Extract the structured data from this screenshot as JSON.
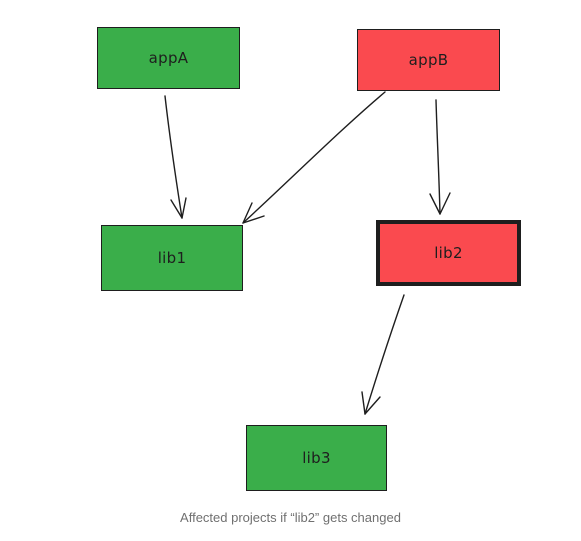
{
  "colors": {
    "unaffected": "#3aae4a",
    "affected": "#fa4a4f",
    "stroke": "#1e1e1e",
    "caption": "#707070"
  },
  "nodes": {
    "appA": {
      "label": "appA",
      "status": "unaffected"
    },
    "appB": {
      "label": "appB",
      "status": "affected"
    },
    "lib1": {
      "label": "lib1",
      "status": "unaffected"
    },
    "lib2": {
      "label": "lib2",
      "status": "affected"
    },
    "lib3": {
      "label": "lib3",
      "status": "unaffected"
    }
  },
  "edges": [
    {
      "from": "appA",
      "to": "lib1"
    },
    {
      "from": "appB",
      "to": "lib1"
    },
    {
      "from": "appB",
      "to": "lib2"
    },
    {
      "from": "lib2",
      "to": "lib3"
    }
  ],
  "caption": "Affected projects if “lib2” gets changed"
}
